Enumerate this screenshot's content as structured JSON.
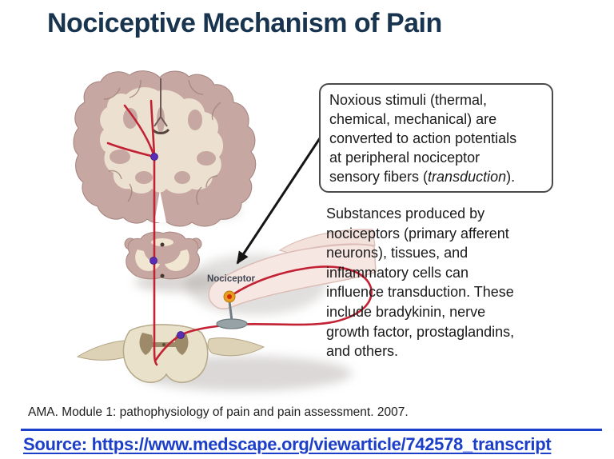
{
  "colors": {
    "title_navy": "#18344e",
    "link_blue": "#1c3fc9",
    "body_text": "#1b1b1b",
    "callout_border": "#4a4a4a",
    "pathway_red": "#c22233",
    "relay_dot_purple": "#5a2db6",
    "brain_mauve": "#c7a7a2",
    "brain_cream": "#ece1d0",
    "cord_tan": "#e9e1ca",
    "cord_gray_matter": "#8f7c58",
    "pin_gray": "#96a2a6",
    "stimulus_orange": "#e79d1f",
    "stimulus_core_red": "#d22b0a",
    "arrow_black": "#151515",
    "label_gray": "#3e4450"
  },
  "slide": {
    "title": "Nociceptive Mechanism of Pain",
    "callout": {
      "text_before_italic": "Noxious stimuli (thermal,\nchemical, mechanical) are\nconverted to action potentials\nat peripheral nociceptor\nsensory fibers (",
      "italic_term": "transduction",
      "text_after_italic": ")."
    },
    "body_paragraph": "Substances produced by\nnociceptors (primary afferent\nneurons), tissues, and\ninflammatory cells can\ninfluence transduction. These\ninclude bradykinin, nerve\ngrowth factor, prostaglandins,\nand others.",
    "citation": "AMA. Module 1: pathophysiology of pain and pain assessment. 2007.",
    "source_link": "Source: https://www.medscape.org/viewarticle/742578_transcript"
  },
  "illustration": {
    "nociceptor_label": "Nociceptor",
    "parts": [
      "brain-coronal-section",
      "brainstem-section",
      "spinal-cord-section",
      "ascending-pain-pathway",
      "peripheral-nerve-fiber",
      "finger",
      "pin",
      "nociceptor-site",
      "callout-arrow"
    ]
  }
}
